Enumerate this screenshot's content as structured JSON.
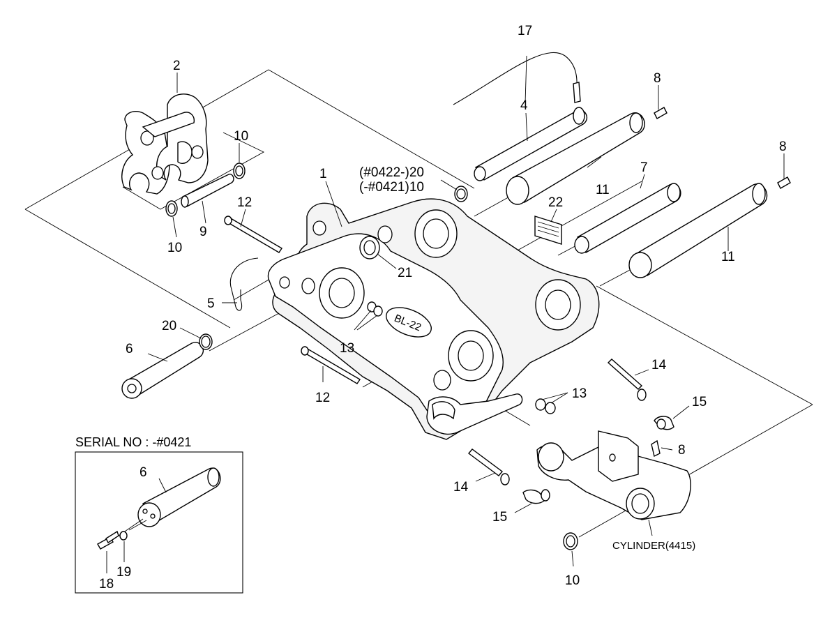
{
  "labels": {
    "p1": "1",
    "p2": "2",
    "p4": "4",
    "p5": "5",
    "p6": "6",
    "p6_inset": "6",
    "p7": "7",
    "p8_a": "8",
    "p8_b": "8",
    "p8_c": "8",
    "p9": "9",
    "p10_a": "10",
    "p10_b": "10",
    "p10_c": "10",
    "p10_alt": "(-#0421)10",
    "p20_alt": "(#0422-)20",
    "p11_a": "11",
    "p11_b": "11",
    "p12_a": "12",
    "p12_b": "12",
    "p13_a": "13",
    "p13_b": "13",
    "p14_a": "14",
    "p14_b": "14",
    "p15_a": "15",
    "p15_b": "15",
    "p17": "17",
    "p18": "18",
    "p19": "19",
    "p20": "20",
    "p21": "21",
    "p22": "22"
  },
  "serial_label": "SERIAL NO : -#0421",
  "cylinder_label": "CYLINDER(4415)",
  "badge_text": "BL-22"
}
